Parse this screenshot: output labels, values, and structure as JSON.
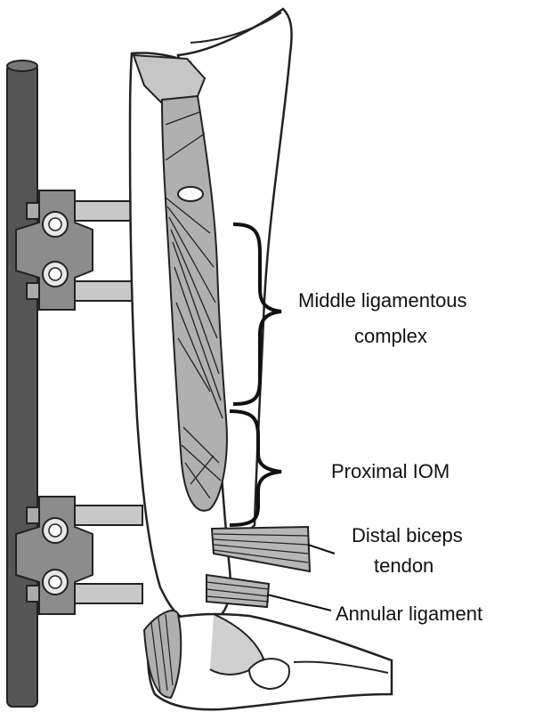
{
  "labels": {
    "middle_line1": "Middle ligamentous",
    "middle_line2": "complex",
    "proximal": "Proximal IOM",
    "biceps_line1": "Distal biceps",
    "biceps_line2": "tendon",
    "annular": "Annular ligament"
  },
  "colors": {
    "bone_fill": "#ffffff",
    "outline": "#222222",
    "ligament_fill": "#b0b0b0",
    "fixator_bar": "#555555",
    "clamp_fill": "#8c8c8c",
    "rod_fill": "#c8c8c8"
  }
}
